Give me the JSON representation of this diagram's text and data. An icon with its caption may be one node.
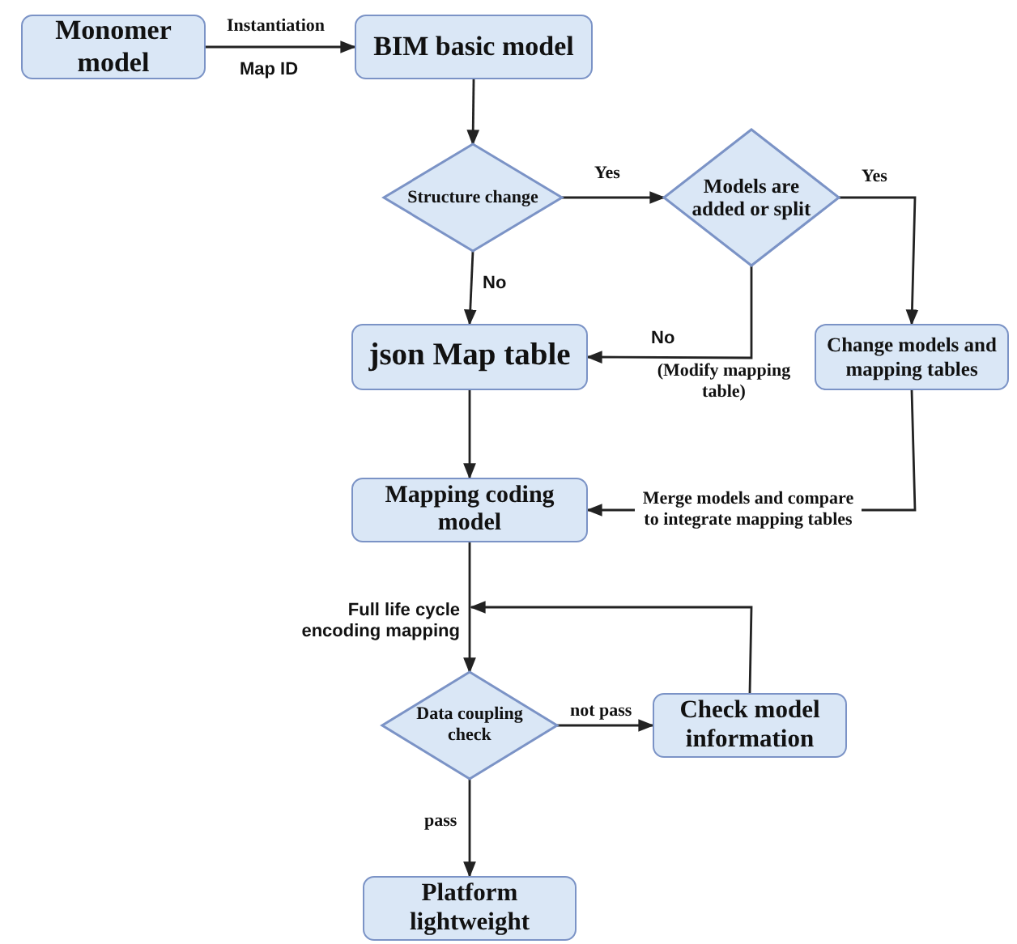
{
  "diagram": {
    "nodes": [
      {
        "text": [
          "Monomer model"
        ]
      },
      {
        "text": [
          "BIM basic model"
        ]
      },
      {
        "text": [
          "Structure change"
        ]
      },
      {
        "text": [
          "Models are added or split"
        ]
      },
      {
        "text": [
          "json Map table"
        ]
      },
      {
        "text": [
          "Change models and mapping tables"
        ]
      },
      {
        "text": [
          "Mapping coding model"
        ]
      },
      {
        "text": [
          "Data coupling check"
        ]
      },
      {
        "text": [
          "Check model information"
        ]
      },
      {
        "text": [
          "Platform lightweight"
        ]
      }
    ],
    "edges": [
      {
        "from": 0,
        "to": 1,
        "arrow": "to",
        "label": "Instantiation"
      },
      {
        "from": 1,
        "to": 2,
        "arrow": "to"
      },
      {
        "from": 2,
        "to": 3,
        "arrow": "to",
        "label": "Yes"
      },
      {
        "from": 2,
        "to": 4,
        "arrow": "to",
        "label": "No"
      },
      {
        "from": 3,
        "to": 4,
        "arrow": "to",
        "label": "No"
      },
      {
        "from": 3,
        "to": 5,
        "arrow": "to",
        "label": "Yes"
      },
      {
        "from": 4,
        "to": 6,
        "arrow": "to"
      },
      {
        "from": 5,
        "to": 6,
        "arrow": "to",
        "label": "Merge models and compare to integrate mapping tables"
      },
      {
        "from": 6,
        "to": 7,
        "arrow": "to",
        "label": "Full life cycle encoding mapping"
      },
      {
        "from": 7,
        "to": 8,
        "arrow": "to",
        "label": "not pass"
      },
      {
        "from": 8,
        "to": 7,
        "arrow": "to"
      },
      {
        "from": 7,
        "to": 9,
        "arrow": "to",
        "label": "pass"
      }
    ],
    "labels": [
      "Map ID",
      "(Modify mapping table)"
    ]
  }
}
